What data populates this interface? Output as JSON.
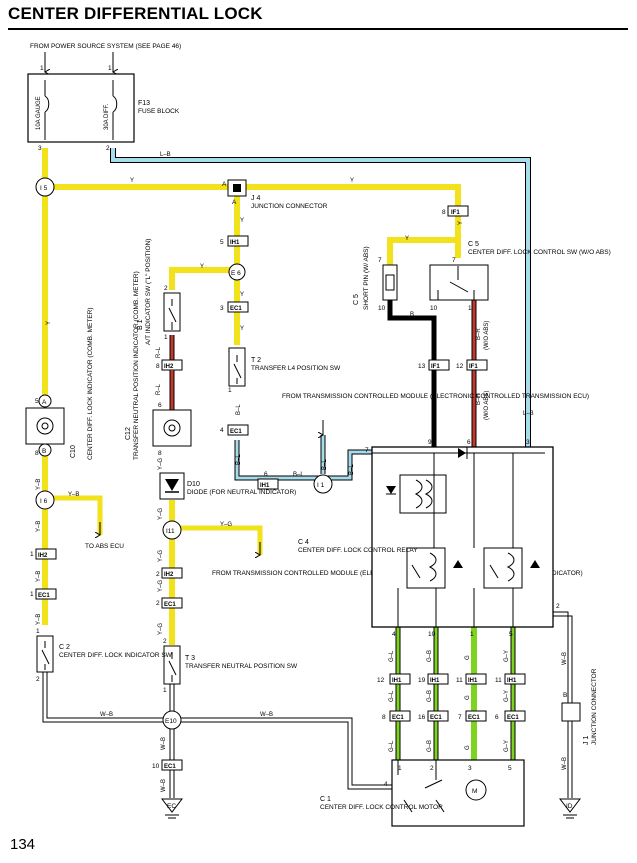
{
  "page": {
    "title": "CENTER DIFFERENTIAL LOCK",
    "number": "134"
  },
  "colors": {
    "yellow": "#f2e21c",
    "light_blue": "#a8dcec",
    "green": "#7ed321",
    "red": "#c0392b",
    "black": "#000000",
    "wire_outline": "#000000"
  },
  "fuse_block": {
    "source_note": "FROM POWER SOURCE SYSTEM (SEE PAGE 46)",
    "ref": "F13",
    "name": "FUSE BLOCK",
    "fuse_10a": "10A GAUGE",
    "fuse_30a": "30A DIFF.",
    "pins": {
      "in1": "1",
      "in2": "1",
      "out3": "3",
      "out2": "2"
    }
  },
  "junctions": {
    "j4": {
      "ref": "J 4",
      "name": "JUNCTION CONNECTOR",
      "pin": "A",
      "pin_bottom": "A"
    },
    "j1": {
      "ref": "J 1",
      "name": "JUNCTION CONNECTOR",
      "pin": "B"
    },
    "i5": "I 5",
    "e6": "E 6",
    "i6": "I 6",
    "i11": "I11",
    "i1": "I 1",
    "e10": "E10"
  },
  "connectors": {
    "if1_top": "IF1",
    "ih1_top": "IH1",
    "ec1_a": "EC1",
    "ih2_b1": "IH2",
    "ec1_t2": "EC1",
    "ih1_mid": "IH1",
    "ih2_left": "IH2",
    "ec1_left": "EC1",
    "ih2_d10": "IH2",
    "ec1_d10": "EC1",
    "ec1_bottom": "EC1",
    "if1_13": "IF1",
    "if1_12": "IF1",
    "ih1_1": "IH1",
    "ih1_2": "IH1",
    "ih1_3": "IH1",
    "ih1_4": "IH1",
    "ec1_1": "EC1",
    "ec1_2": "EC1",
    "ec1_3": "EC1",
    "ec1_4": "EC1"
  },
  "components": {
    "c5_sw": {
      "ref": "C 5",
      "name": "CENTER DIFF. LOCK CONTROL SW (W/O ABS)"
    },
    "c5_pin": {
      "ref": "C 5",
      "name": "SHORT PIN (W/ ABS)"
    },
    "b1": {
      "ref": "B 1",
      "name": "A/T INDICATOR SW (\"L\" POSITION)"
    },
    "t2": {
      "ref": "T 2",
      "name": "TRANSFER L4 POSITION SW"
    },
    "c10": {
      "ref": "C10",
      "name": "CENTER DIFF. LOCK INDICATOR (COMB. METER)",
      "circ_a": "A",
      "circ_b": "B"
    },
    "c12": {
      "ref": "C12",
      "name": "TRANSFER NEUTRAL POSITION INDICATOR (COMB. METER)",
      "circ_b": "B"
    },
    "d10": {
      "ref": "D10",
      "name": "DIODE (FOR NEUTRAL INDICATOR)"
    },
    "c4": {
      "ref": "C 4",
      "name": "CENTER DIFF. LOCK CONTROL RELAY"
    },
    "c2": {
      "ref": "C 2",
      "name": "CENTER DIFF. LOCK INDICATOR SW"
    },
    "t3": {
      "ref": "T 3",
      "name": "TRANSFER NEUTRAL POSITION SW"
    },
    "c1": {
      "ref": "C 1",
      "name": "CENTER DIFF. LOCK CONTROL MOTOR",
      "motor": "M"
    }
  },
  "notes": {
    "from_tcm_top": "FROM TRANSMISSION CONTROLLED MODULE (ELECTRONIC CONTROLLED TRANSMISSION ECU)",
    "from_tcm_bottom": "FROM TRANSMISSION CONTROLLED MODULE (ELECTRONIC CONTROLLED TRANSMISSION ECU AND A/T INDICATOR)",
    "to_abs": "TO ABS ECU",
    "w_abs": "(W/ ABS)",
    "wo_abs": "(W/O ABS)"
  },
  "wire_colors": {
    "lb": "L–B",
    "y": "Y",
    "yb": "Y–B",
    "yg": "Y–G",
    "bl": "B–L",
    "br": "B–R",
    "b": "B",
    "wb": "W–B",
    "gl": "G–L",
    "gb": "G–B",
    "g": "G",
    "gy": "G–Y",
    "rl": "R–L"
  },
  "grounds": {
    "ec": "EC",
    "id": "ID"
  },
  "pins": {
    "p1": "1",
    "p2": "2",
    "p3": "3",
    "p4": "4",
    "p5": "5",
    "p6": "6",
    "p7": "7",
    "p8": "8",
    "p9": "9",
    "p10": "10",
    "p11": "11",
    "p12": "12",
    "p13": "13",
    "p16": "16",
    "p19": "19"
  }
}
